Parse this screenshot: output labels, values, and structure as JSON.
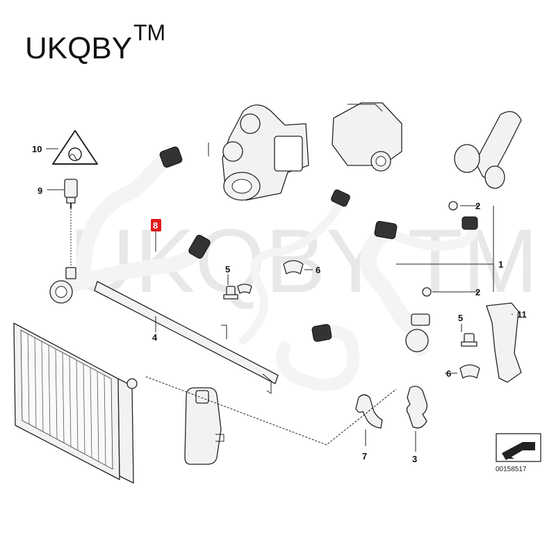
{
  "brand": {
    "text": "UKQBY",
    "tm": "TM"
  },
  "watermark": "UKQBY TM",
  "labels": [
    {
      "id": "1",
      "text": "1"
    },
    {
      "id": "2a",
      "text": "2"
    },
    {
      "id": "2b",
      "text": "2"
    },
    {
      "id": "3",
      "text": "3"
    },
    {
      "id": "4",
      "text": "4"
    },
    {
      "id": "5a",
      "text": "5"
    },
    {
      "id": "5b",
      "text": "5"
    },
    {
      "id": "6a",
      "text": "6"
    },
    {
      "id": "6b",
      "text": "6"
    },
    {
      "id": "7",
      "text": "7"
    },
    {
      "id": "8",
      "text": "8"
    },
    {
      "id": "9",
      "text": "9"
    },
    {
      "id": "10",
      "text": "10"
    },
    {
      "id": "11",
      "text": "11"
    }
  ],
  "highlight_color": "#e01b1b",
  "diagram_code": "00158517"
}
